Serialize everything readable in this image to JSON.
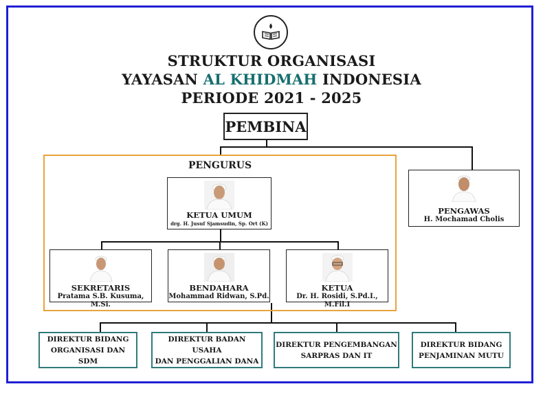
{
  "header": {
    "title_line1": "STRUKTUR ORGANISASI",
    "title_line2_prefix": "YAYASAN",
    "title_line2_accent": "AL KHIDMAH",
    "title_line2_suffix": "INDONESIA",
    "title_line3": "PERIODE 2021 - 2025",
    "logo_icon": "open-book-with-flame-icon",
    "accent_color": "#176e6e"
  },
  "pembina": {
    "label": "PEMBINA"
  },
  "pengurus": {
    "label": "PENGURUS",
    "border_color": "#e9a23b",
    "ketua_umum": {
      "role": "KETUA UMUM",
      "name": "drg. H. Jusuf Sjamsudin, Sp. Ort (K)"
    },
    "sekretaris": {
      "role": "SEKRETARIS",
      "name": "Pratama S.B. Kusuma, M.Si."
    },
    "bendahara": {
      "role": "BENDAHARA",
      "name": "Mohammad Ridwan, S.Pd."
    },
    "ketua": {
      "role": "KETUA",
      "name": "Dr. H. Rosidi, S.Pd.I., M.Fil.I"
    }
  },
  "pengawas": {
    "role": "PENGAWAS",
    "name": "H. Mochamad Cholis"
  },
  "direktur": [
    {
      "line1": "DIREKTUR BIDANG",
      "line2": "ORGANISASI DAN SDM"
    },
    {
      "line1": "DIREKTUR BADAN USAHA",
      "line2": "DAN PENGGALIAN DANA"
    },
    {
      "line1": "DIREKTUR PENGEMBANGAN",
      "line2": "SARPRAS DAN IT"
    },
    {
      "line1": "DIREKTUR BIDANG",
      "line2": "PENJAMINAN MUTU"
    }
  ],
  "colors": {
    "frame": "#1f1fd6",
    "direktur_border": "#2f7a7a"
  }
}
